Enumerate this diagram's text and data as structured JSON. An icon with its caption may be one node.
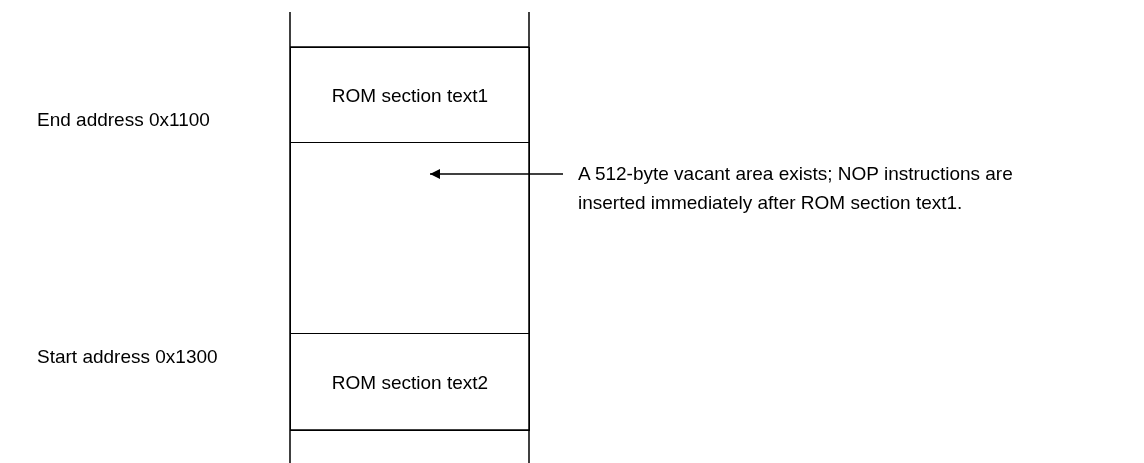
{
  "diagram": {
    "nodes": [
      {
        "text": [
          "ROM section text1"
        ]
      },
      {
        "text": [],
        "shape": "box"
      },
      {
        "text": [
          "ROM section text2"
        ]
      },
      {
        "text": [
          "A 512-byte vacant area exists; NOP instructions are inserted immediately after ROM section text1."
        ]
      }
    ],
    "edges": [
      {
        "from": 3,
        "to": 1,
        "arrow": "to"
      }
    ],
    "labels": [
      "End address 0x1100",
      "Start address 0x1300"
    ]
  }
}
